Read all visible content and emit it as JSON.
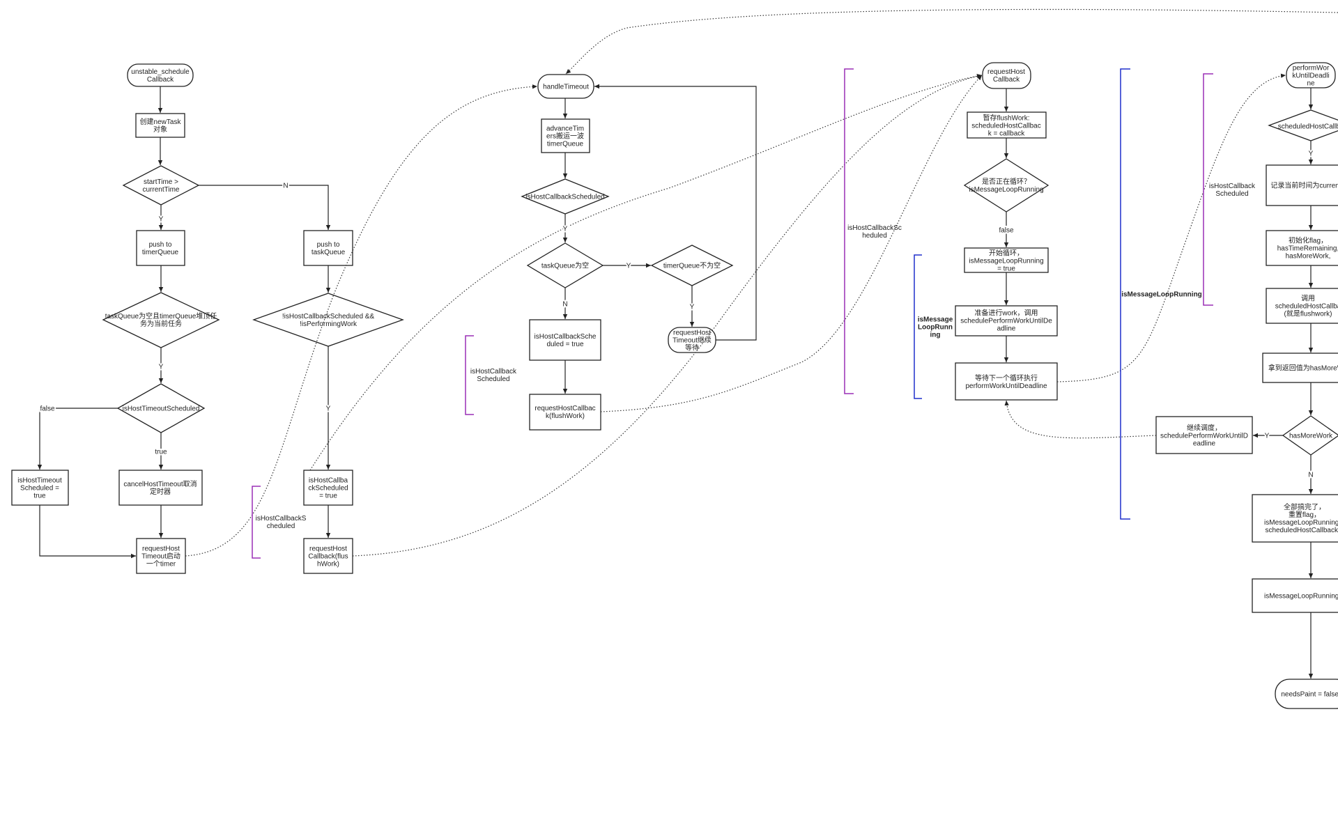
{
  "colors": {
    "purple": "#9a2fb5",
    "blue": "#1f2fcc",
    "line": "#222222"
  },
  "nodes": {
    "unstable": "unstable_schedule\nCallback",
    "newTask": "创建newTask\n对象",
    "startCond": "startTime >\ncurrentTime",
    "pushTimer": "push to\ntimerQueue",
    "pushTask": "push to\ntaskQueue",
    "taskEmpty": "taskQueue为空且timerQueue堆顶任\n务为当前任务",
    "notScheduled": "!isHostCallbackScheduled &&\n!isPerformingWork",
    "isTimeoutSched": "isHostTimeoutScheduled",
    "setTimeoutTrue": "isHostTimeout\nScheduled =\ntrue",
    "cancelTimeout": "cancelHostTimeout取消\n定时器",
    "reqTimeout": "requestHost\nTimeout启动\n一个timer",
    "setCbSched": "isHostCallba\nckScheduled\n= true",
    "reqHostCb1": "requestHost\nCallback(flus\nhWork)",
    "handleTimeout": "handleTimeout",
    "advanceTimers": "advanceTim\ners搬运一波\ntimerQueue",
    "isCbSched": "isHostCallbackScheduled",
    "tqEmpty": "taskQueue为空",
    "timerNotEmpty": "timerQueue不为空",
    "reqTimeoutWait": "requestHost\nTimeout继续\n等待",
    "setCbSched2": "isHostCallbackSche\nduled = true",
    "reqHostCb2": "requestHostCallbac\nk(flushWork)",
    "requestHostCallback": "requestHost\nCallback",
    "saveFlush": "暂存flushWork:\nscheduledHostCallbac\nk = callback",
    "loopRunning": "是否正在循环？\nisMessageLoopRunning",
    "startLoop": "开始循环，\nisMessageLoopRunning\n= true",
    "prepareWork": "准备进行work，调用\nschedulePerformWorkUntilDe\nadline",
    "waitNext": "等待下一个循环执行\nperformWorkUntilDeadline",
    "performWork": "performWor\nkUntilDeadli\nne",
    "scheduledHostCb": "scheduledHostCallba",
    "recordTime": "记录当前时间为currentT",
    "initFlag": "初始化flag，\nhasTimeRemaining,\nhasMoreWork,",
    "callScheduled": "调用\nscheduledHostCallba\n(就是flushwork)",
    "getHasMore": "拿到返回值为hasMoreW",
    "hasMoreWork": "hasMoreWork",
    "continueSched": "继续调度，\nschedulePerformWorkUntilD\neadline",
    "allDone": "全部搞完了，\n重置flag，\nisMessageLoopRunning =\nscheduledHostCallback =",
    "loopRunningFalse": "isMessageLoopRunning =",
    "needsPaint": "needsPaint = false;"
  },
  "edgeLabels": {
    "n": "N",
    "y": "Y",
    "falseLbl": "false",
    "trueLbl": "true"
  },
  "brackets": {
    "cbSched1": "isHostCallbackS\ncheduled",
    "cbSched2": "isHostCallback\nScheduled",
    "cbSched3": "isHostCallbackSc\nheduled",
    "loop1": "isMessage\nLoopRunn\ning",
    "loop2": "isMessageLoopRunning",
    "cbSched4": "isHostCallback\nScheduled"
  }
}
